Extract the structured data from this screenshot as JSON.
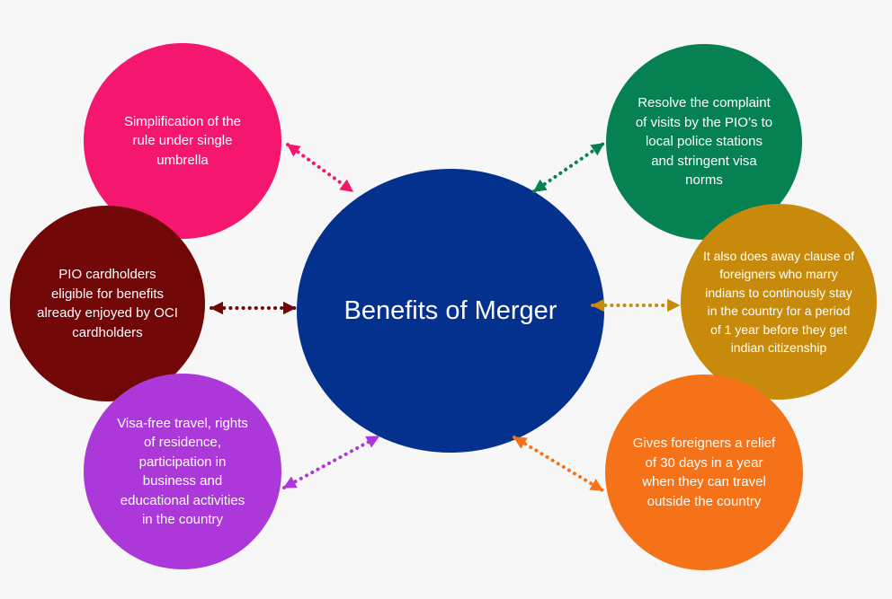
{
  "center": {
    "text": "Benefits of Merger",
    "color": "#04318e"
  },
  "nodes": {
    "top_left": {
      "text": "Simplification of the rule under single umbrella",
      "color": "#f5176f"
    },
    "mid_left": {
      "text": "PIO cardholders eligible for benefits already enjoyed by OCI cardholders",
      "color": "#720708"
    },
    "bot_left": {
      "text": "Visa-free travel, rights of residence, participation in business and educational activities in the country",
      "color": "#ad38da"
    },
    "top_right": {
      "text": "Resolve the complaint of visits by the PIO’s to local police stations and stringent visa norms",
      "color": "#068152"
    },
    "mid_right": {
      "text": "It also does away clause of foreigners who marry indians to continously stay in the country for a period of 1 year before they get indian citizenship",
      "color": "#c88a0b"
    },
    "bot_right": {
      "text": "Gives foreigners a relief of 30 days in a year when they can travel outside the country",
      "color": "#f57218"
    }
  }
}
